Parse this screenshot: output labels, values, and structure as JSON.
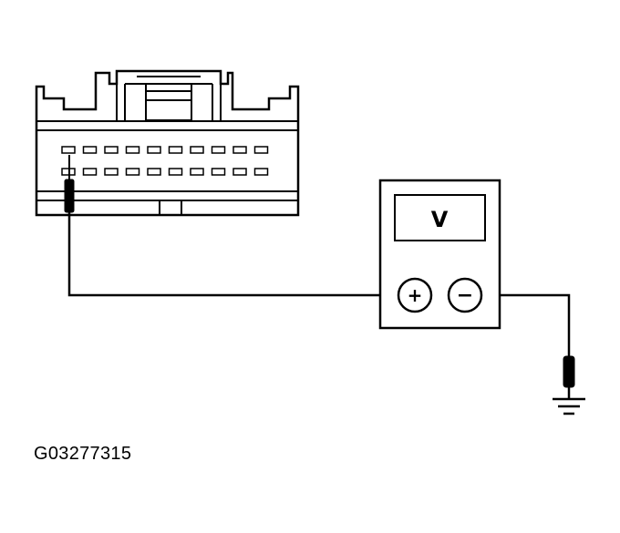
{
  "meter": {
    "display": "V",
    "positive_symbol": "+",
    "negative_symbol": "−"
  },
  "figure_code": "G03277315",
  "colors": {
    "line": "#000000",
    "background": "#ffffff",
    "pin_fill": "#ffffff"
  },
  "connector": {
    "pin_rows": 2,
    "pins_per_row": 10,
    "probe_row": 2,
    "probe_pin": 1
  }
}
